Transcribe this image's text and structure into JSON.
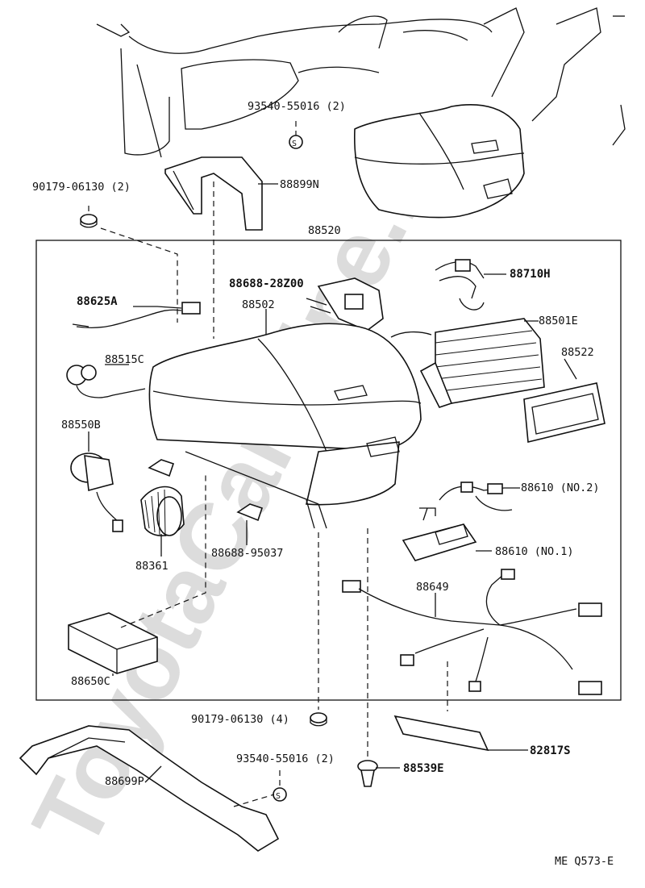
{
  "watermark": "ToyotaCarMine.ru",
  "diagram_code": "ME Q573-E",
  "labels": {
    "p93540_top": "93540-55016 (2)",
    "p90179_top": "90179-06130 (2)",
    "p88899N": "88899N",
    "p88520": "88520",
    "p88688_28Z00": "88688-28Z00",
    "p88710H": "88710H",
    "p88625A": "88625A",
    "p88502": "88502",
    "p88501E": "88501E",
    "p88515C": "88515C",
    "p88522": "88522",
    "p88550B": "88550B",
    "p88610_2": "88610 (NO.2)",
    "p88688_95037": "88688-95037",
    "p88610_1": "88610 (NO.1)",
    "p88361": "88361",
    "p88649": "88649",
    "p88650C": "88650C",
    "p90179_bottom": "90179-06130 (4)",
    "p93540_bottom": "93540-55016 (2)",
    "p82817S": "82817S",
    "p88539E": "88539E",
    "p88699P": "88699P"
  }
}
